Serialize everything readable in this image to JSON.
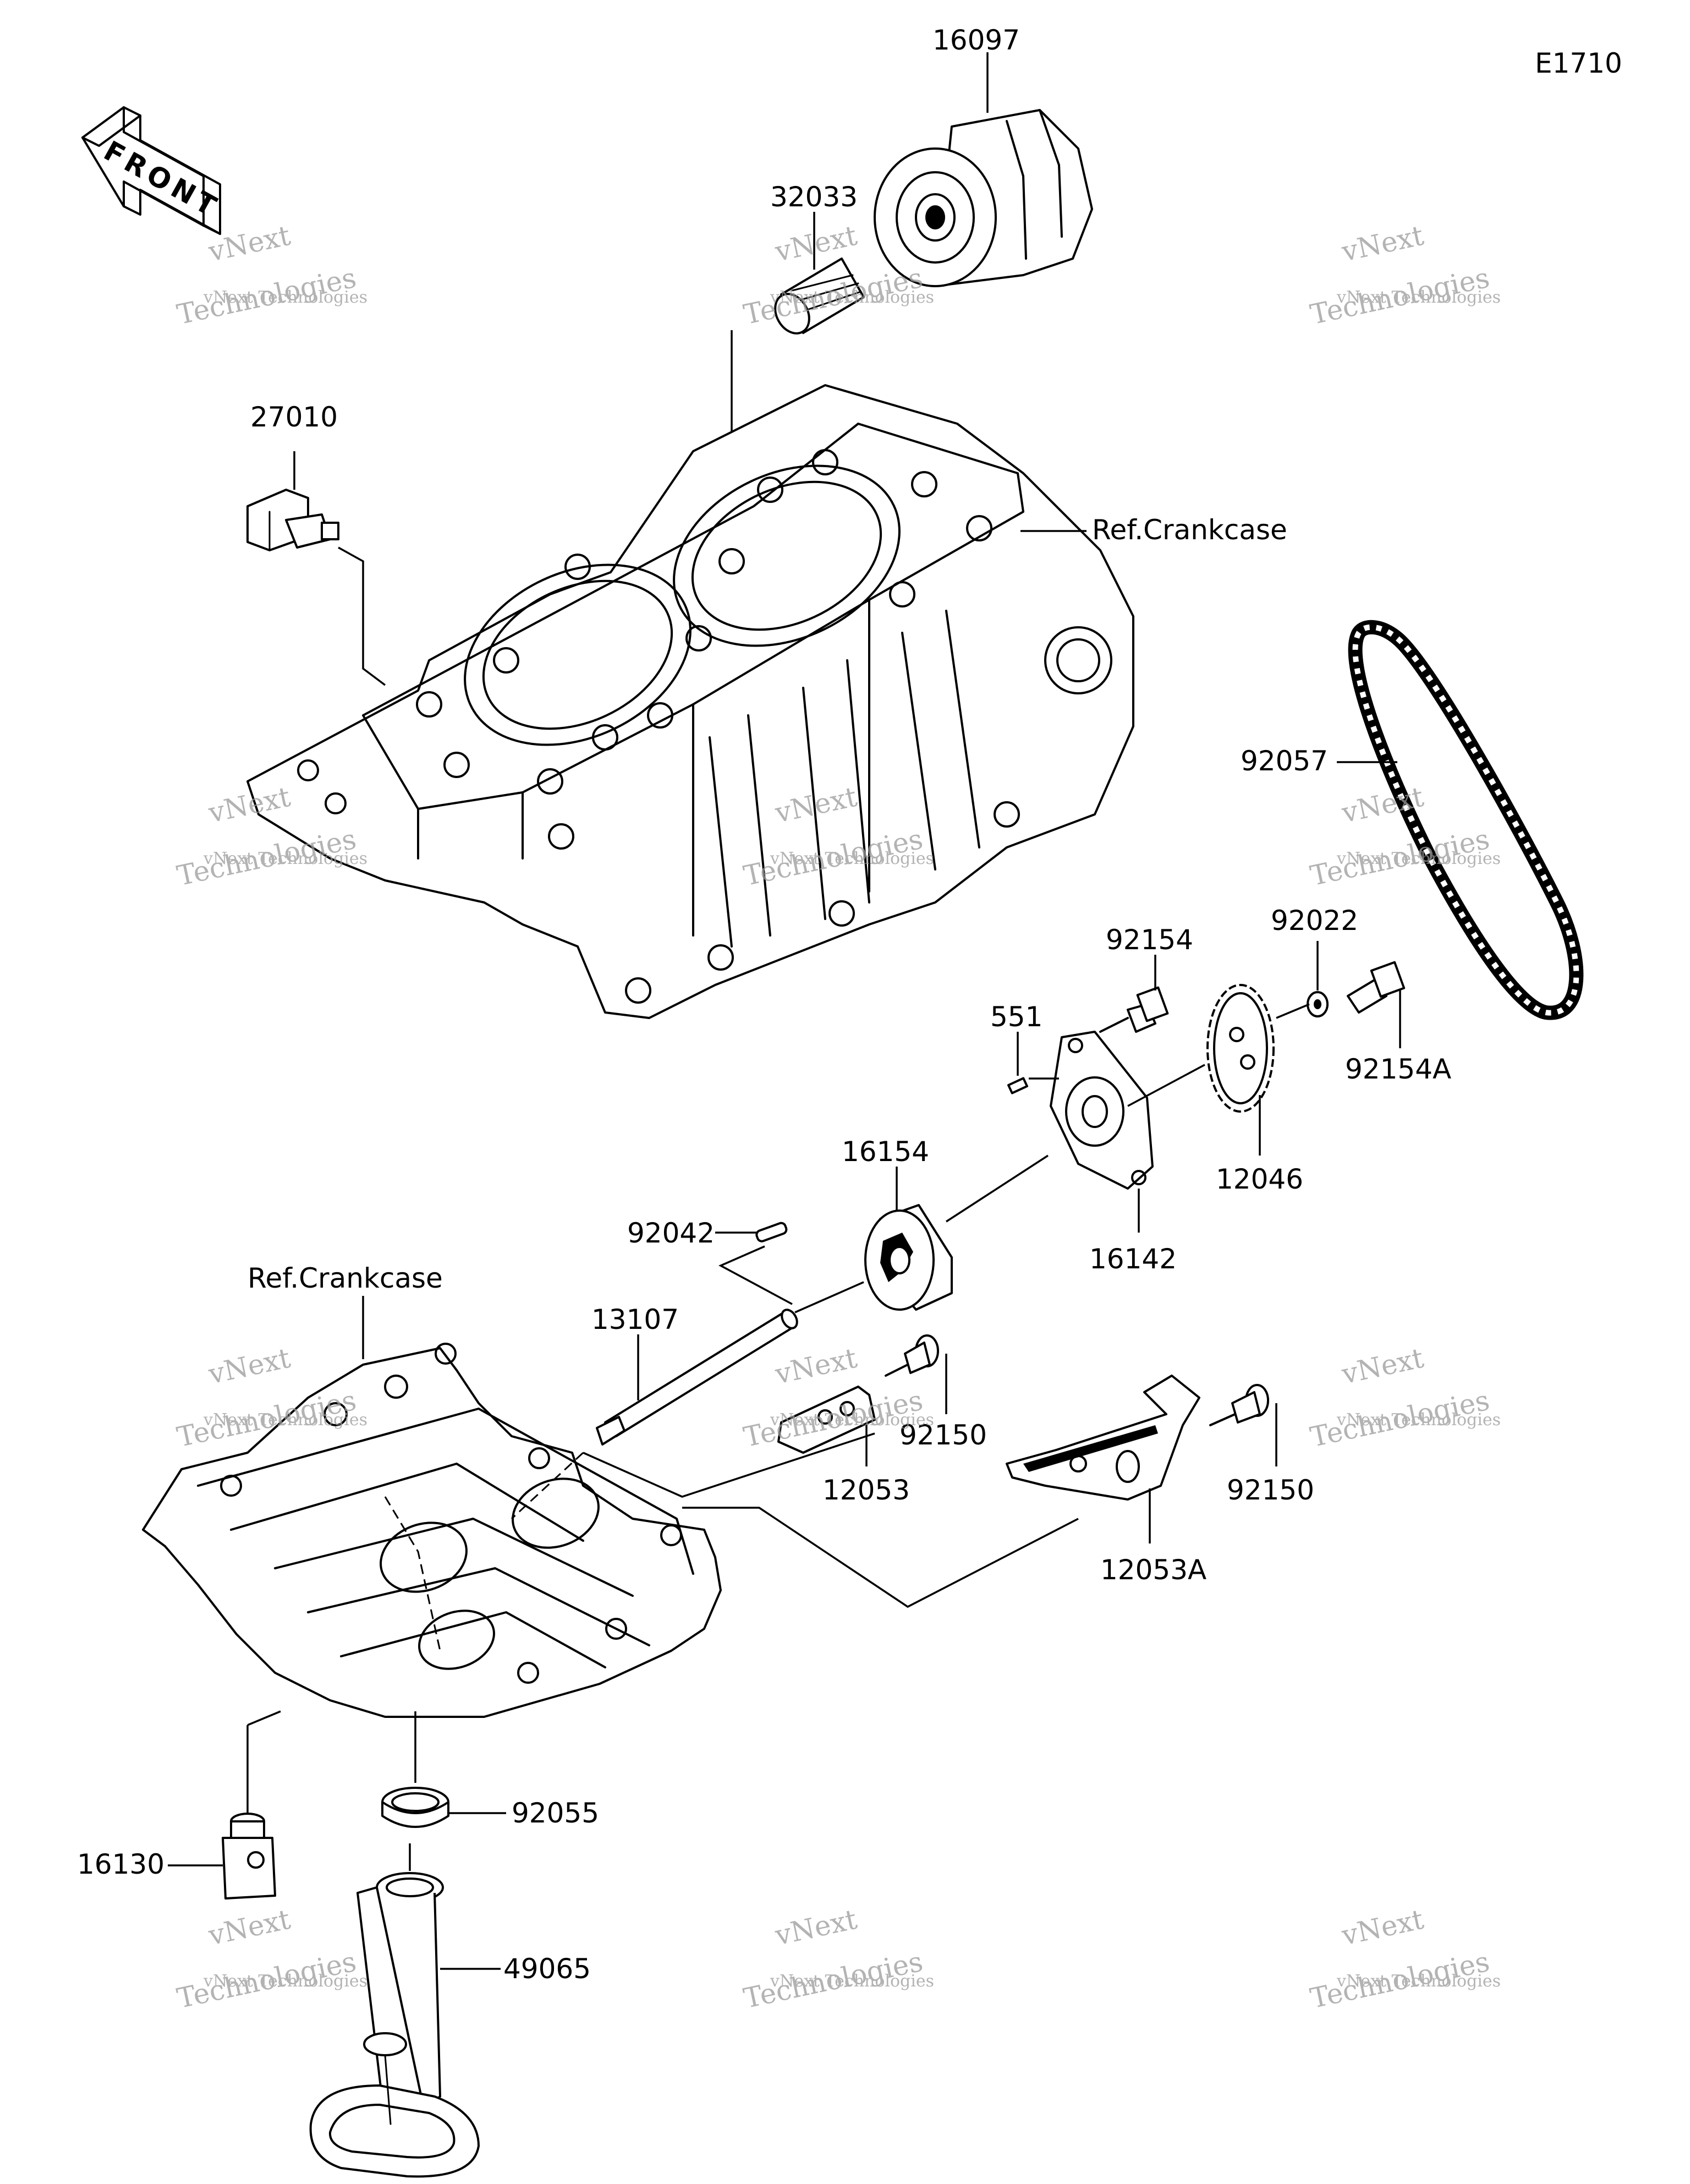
{
  "diagram_code": "E1710",
  "front_label": "FRONT",
  "ref_labels": {
    "crankcase_upper": "Ref.Crankcase",
    "crankcase_lower": "Ref.Crankcase"
  },
  "parts": {
    "p16097": "16097",
    "p32033": "32033",
    "p27010": "27010",
    "p92057": "92057",
    "p92154": "92154",
    "p92022": "92022",
    "p92154A": "92154A",
    "p551": "551",
    "p16154": "16154",
    "p12046": "12046",
    "p16142": "16142",
    "p92042": "92042",
    "p13107": "13107",
    "p92150a": "92150",
    "p12053": "12053",
    "p92150b": "92150",
    "p12053A": "12053A",
    "p92055": "92055",
    "p16130": "16130",
    "p49065": "49065"
  },
  "watermark": {
    "line1": "vNext",
    "line2": "vNext Technologies",
    "line3": "Technologies"
  }
}
